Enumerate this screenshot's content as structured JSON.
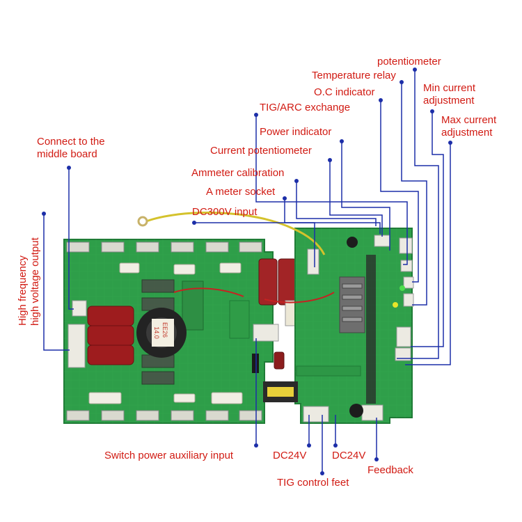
{
  "diagram": {
    "labels": {
      "potentiometer": "potentiometer",
      "temperature_relay": "Temperature relay",
      "oc_indicator": "O.C indicator",
      "tig_arc_exchange": "TIG/ARC exchange",
      "min_current_1": "Min current",
      "min_current_2": "adjustment",
      "max_current_1": "Max current",
      "max_current_2": "adjustment",
      "power_indicator": "Power indicator",
      "current_potentiometer": "Current potentiometer",
      "ammeter_calibration": "Ammeter calibration",
      "a_meter_socket": "A meter socket",
      "dc300v_input": "DC300V input",
      "connect_middle_1": "Connect to the",
      "connect_middle_2": "middle board",
      "hf_output_1": "High frequency",
      "hf_output_2": "high voltage output",
      "switch_power_aux": "Switch power auxiliary input",
      "dc24v_left": "DC24V",
      "dc24v_right": "DC24V",
      "feedback": "Feedback",
      "tig_control_feet": "TIG control feet"
    },
    "board_silkscreen": {
      "transformer_text_1": "EE26",
      "transformer_text_2": "14.0"
    },
    "colors": {
      "label_text": "#d11a12",
      "leader_line": "#1c2ea8",
      "pcb_green": "#2e9e49",
      "capacitor_red": "#9e1c1e",
      "wire_yellow": "#d4c22c"
    }
  }
}
